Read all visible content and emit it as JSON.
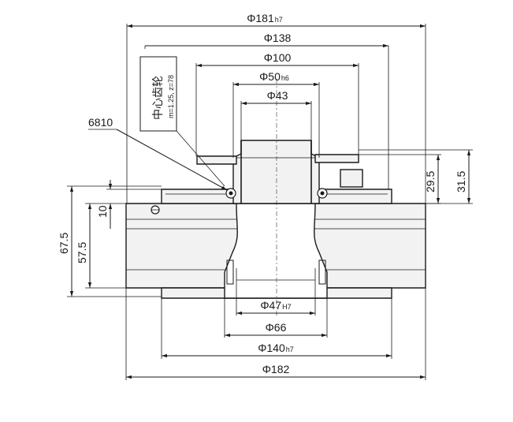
{
  "dimensions": {
    "d181": {
      "label": "Φ181",
      "tol": "h7"
    },
    "d138": {
      "label": "Φ138"
    },
    "d100": {
      "label": "Φ100"
    },
    "d50": {
      "label": "Φ50",
      "tol": "h6"
    },
    "d43": {
      "label": "Φ43"
    },
    "d47": {
      "label": "Φ47",
      "tol": "H7"
    },
    "d66": {
      "label": "Φ66"
    },
    "d140": {
      "label": "Φ140",
      "tol": "h7"
    },
    "d182": {
      "label": "Φ182"
    },
    "h29_5": {
      "label": "29.5"
    },
    "h31_5": {
      "label": "31.5"
    },
    "h67_5": {
      "label": "67.5"
    },
    "h57_5": {
      "label": "57.5"
    },
    "h10": {
      "label": "10"
    }
  },
  "callouts": {
    "bearing": "6810",
    "gear_title": "中心齿轮",
    "gear_params": "m=1.25, z=78"
  }
}
